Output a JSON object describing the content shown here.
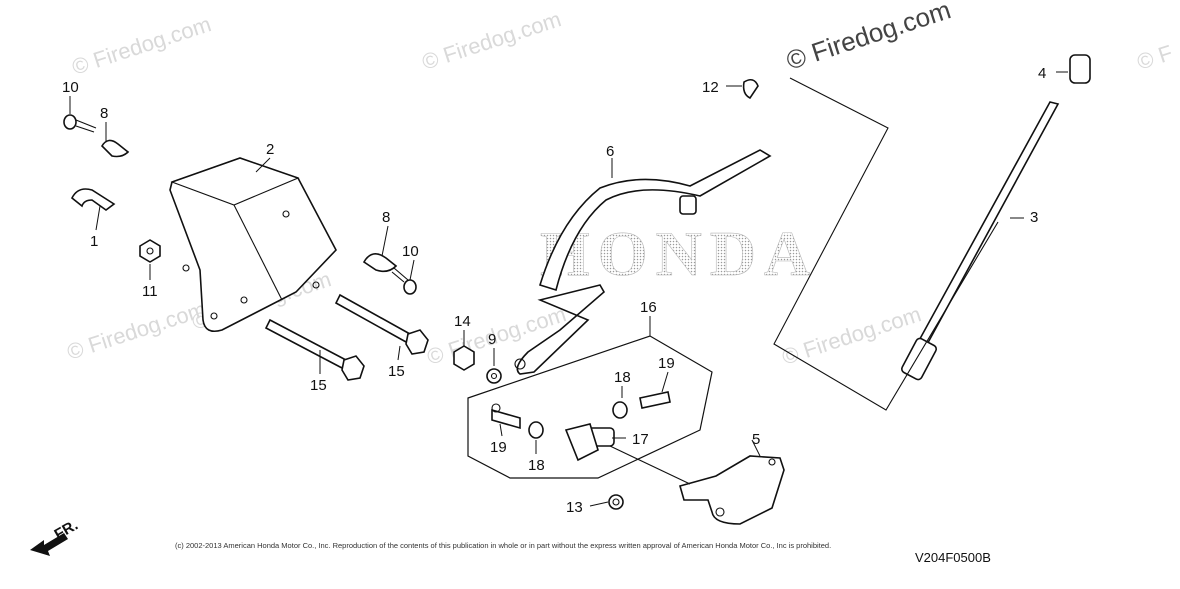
{
  "watermarks": [
    "© Firedog.com",
    "© Firedog.com",
    "© Firedog.com",
    "© Firedog.com",
    "© Firedog.com",
    "© Firedog.com",
    "© Firedog.com",
    "© F"
  ],
  "brand_watermark": "HONDA",
  "part_labels": {
    "p1": "1",
    "p2": "2",
    "p3": "3",
    "p4": "4",
    "p5": "5",
    "p6": "6",
    "p8a": "8",
    "p8b": "8",
    "p9": "9",
    "p10a": "10",
    "p10b": "10",
    "p11": "11",
    "p12": "12",
    "p13": "13",
    "p14": "14",
    "p15a": "15",
    "p15b": "15",
    "p16": "16",
    "p17": "17",
    "p18a": "18",
    "p18b": "18",
    "p19a": "19",
    "p19b": "19"
  },
  "direction_label": "FR.",
  "copyright": "(c) 2002-2013 American Honda Motor Co., Inc. Reproduction of the contents of this publication in whole or in part without the express written approval of American Honda Motor Co., Inc is prohibited.",
  "diagram_code": "V204F0500B"
}
